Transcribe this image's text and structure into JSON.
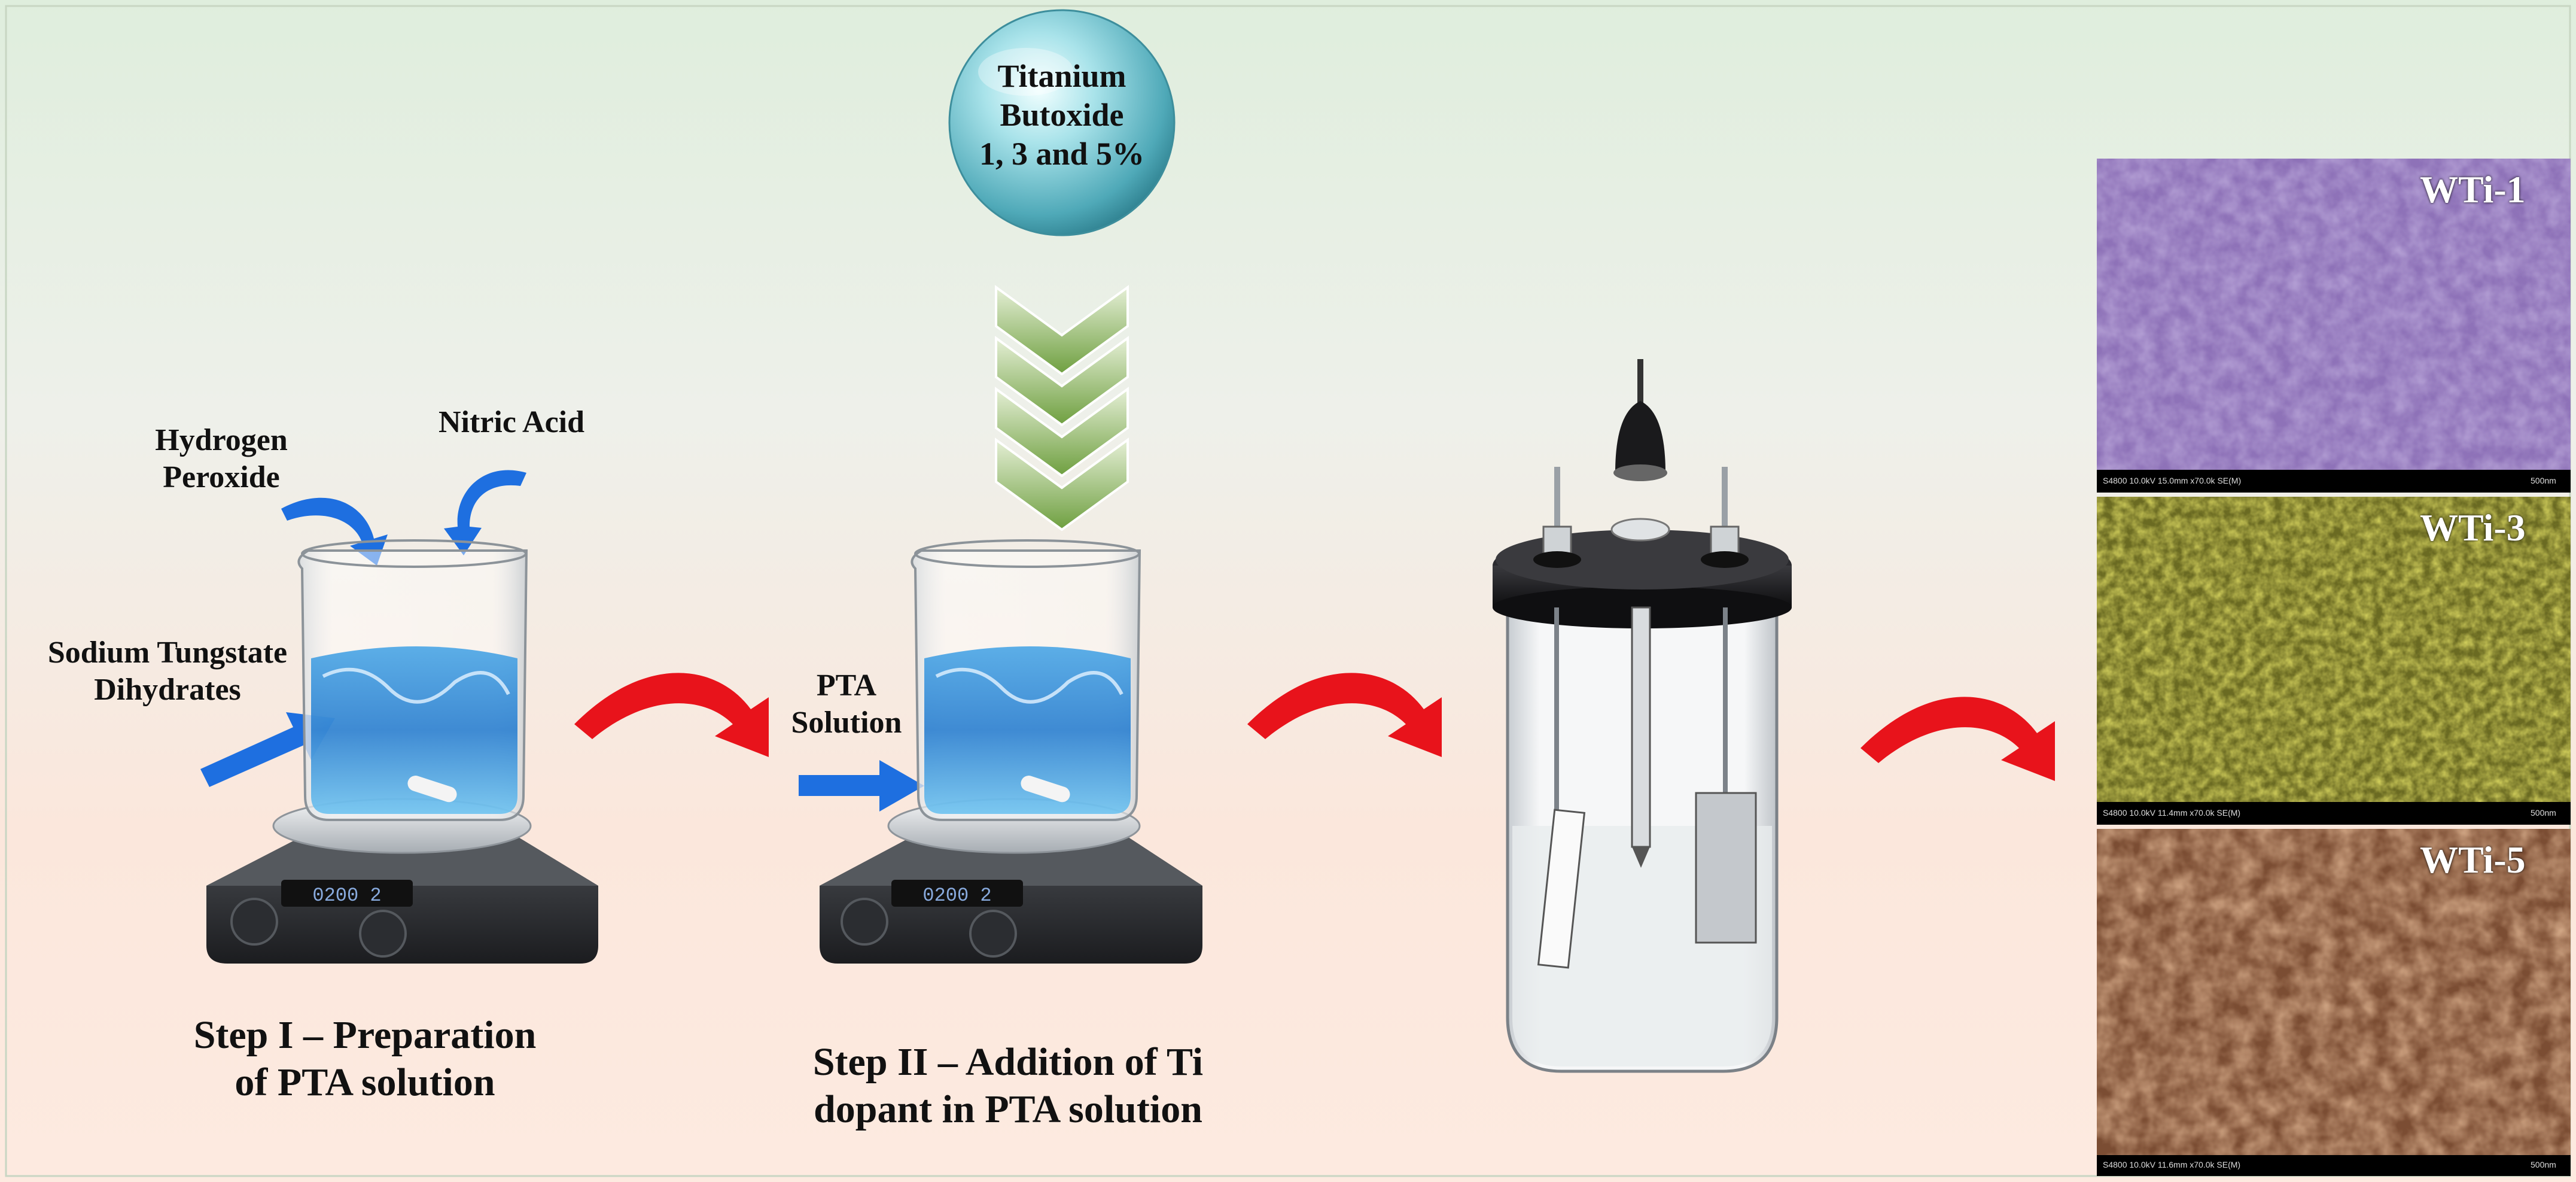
{
  "precursor": {
    "line1": "Titanium",
    "line2": "Butoxide",
    "line3": "1, 3 and 5%"
  },
  "reagents": {
    "hydrogen_line1": "Hydrogen",
    "hydrogen_line2": "Peroxide",
    "nitric": "Nitric Acid",
    "tungstate_line1": "Sodium Tungstate",
    "tungstate_line2": "Dihydrates",
    "pta_line1": "PTA",
    "pta_line2": "Solution"
  },
  "steps": {
    "step1_line1": "Step I – Preparation",
    "step1_line2": "of PTA solution",
    "step2_line1": "Step II – Addition of Ti",
    "step2_line2": "dopant in PTA solution"
  },
  "stirrer_display": "0200 2",
  "sem_images": [
    {
      "label": "WTi-1",
      "scale_text": "S4800 10.0kV 15.0mm x70.0k SE(M)",
      "scale_unit": "500nm",
      "color": "#8e72b8"
    },
    {
      "label": "WTi-3",
      "scale_text": "S4800 10.0kV 11.4mm x70.0k SE(M)",
      "scale_unit": "500nm",
      "color": "#b9b23a"
    },
    {
      "label": "WTi-5",
      "scale_text": "S4800 10.0kV 11.6mm x70.0k SE(M)",
      "scale_unit": "500nm",
      "color": "#b87e58"
    }
  ],
  "colors": {
    "arrow_red": "#e8131b",
    "arrow_blue": "#1e6fe0",
    "chevron_green": "#7ba84c",
    "sphere": "#7ec9d2"
  }
}
